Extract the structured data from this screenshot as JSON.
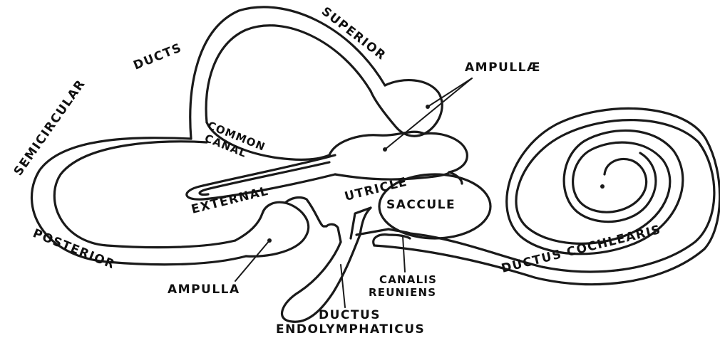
{
  "labels": {
    "semicircular": "SEMICIRCULAR",
    "ducts": "DUCTS",
    "superior": "SUPERIOR",
    "ampullae": "AMPULLÆ",
    "common": "COMMON",
    "canal": "CANAL",
    "external": "EXTERNAL",
    "utricle": "UTRICLE",
    "saccule": "SACCULE",
    "posterior": "POSTERIOR",
    "ampulla": "AMPULLA",
    "canalis": "CANALIS",
    "reuniens": "REUNIENS",
    "ductus_cochlearis": "DUCTUS COCHLEARIS",
    "ductus": "DUCTUS",
    "endolymphaticus": "ENDOLYMPHATICUS"
  }
}
